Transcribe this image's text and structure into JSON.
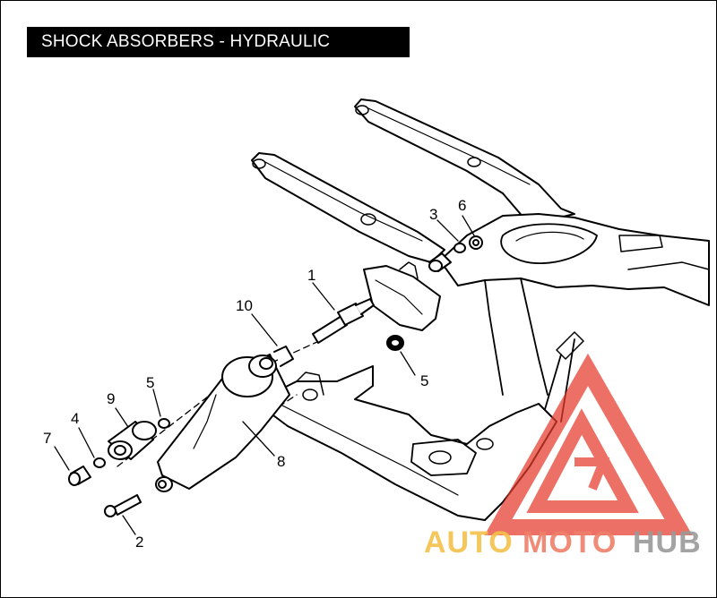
{
  "title": "SHOCK ABSORBERS - HYDRAULIC",
  "callouts": {
    "c1": "1",
    "c2": "2",
    "c3": "3",
    "c4": "4",
    "c5a": "5",
    "c5b": "5",
    "c6": "6",
    "c7": "7",
    "c8": "8",
    "c9": "9",
    "c10": "10"
  },
  "watermark": {
    "part1": "AUTO",
    "part2": "MOTO",
    "part3": "HUB",
    "colors": {
      "auto": "#f5c04a",
      "moto": "#ef7f6a",
      "hub": "#9a9a9a",
      "logo": "#e53a2a"
    }
  }
}
